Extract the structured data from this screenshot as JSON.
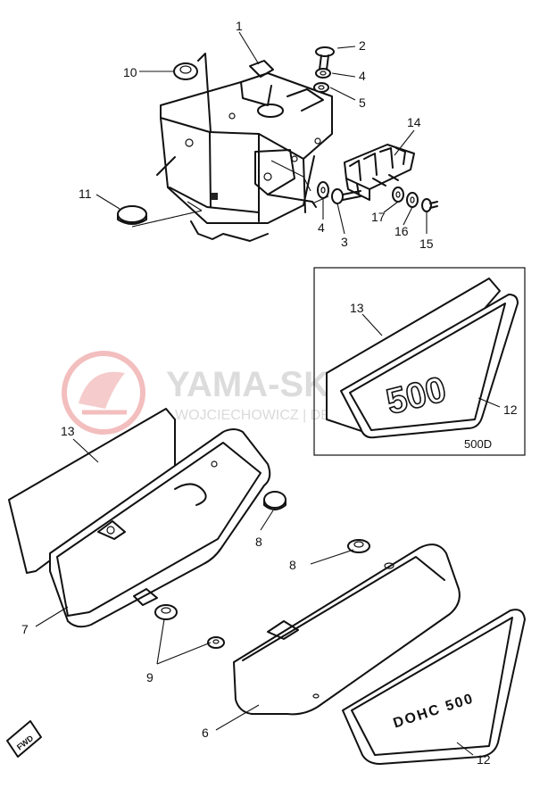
{
  "watermark": {
    "brand": "YAMA-SKLEP.PL",
    "subtitle": "WOJCIECHOWICZ | DEALER YAMAHA"
  },
  "inset": {
    "model_label": "500D",
    "emblem_text": "500"
  },
  "emblem_text_lower": "DOHC 500",
  "fwd_label": "FWD",
  "callouts": {
    "c1": "1",
    "c2": "2",
    "c3": "3",
    "c4a": "4",
    "c4b": "4",
    "c5": "5",
    "c6": "6",
    "c7": "7",
    "c8a": "8",
    "c8b": "8",
    "c9": "9",
    "c10": "10",
    "c11": "11",
    "c12a": "12",
    "c12b": "12",
    "c13a": "13",
    "c13b": "13",
    "c14": "14",
    "c15": "15",
    "c16": "16",
    "c17": "17"
  }
}
